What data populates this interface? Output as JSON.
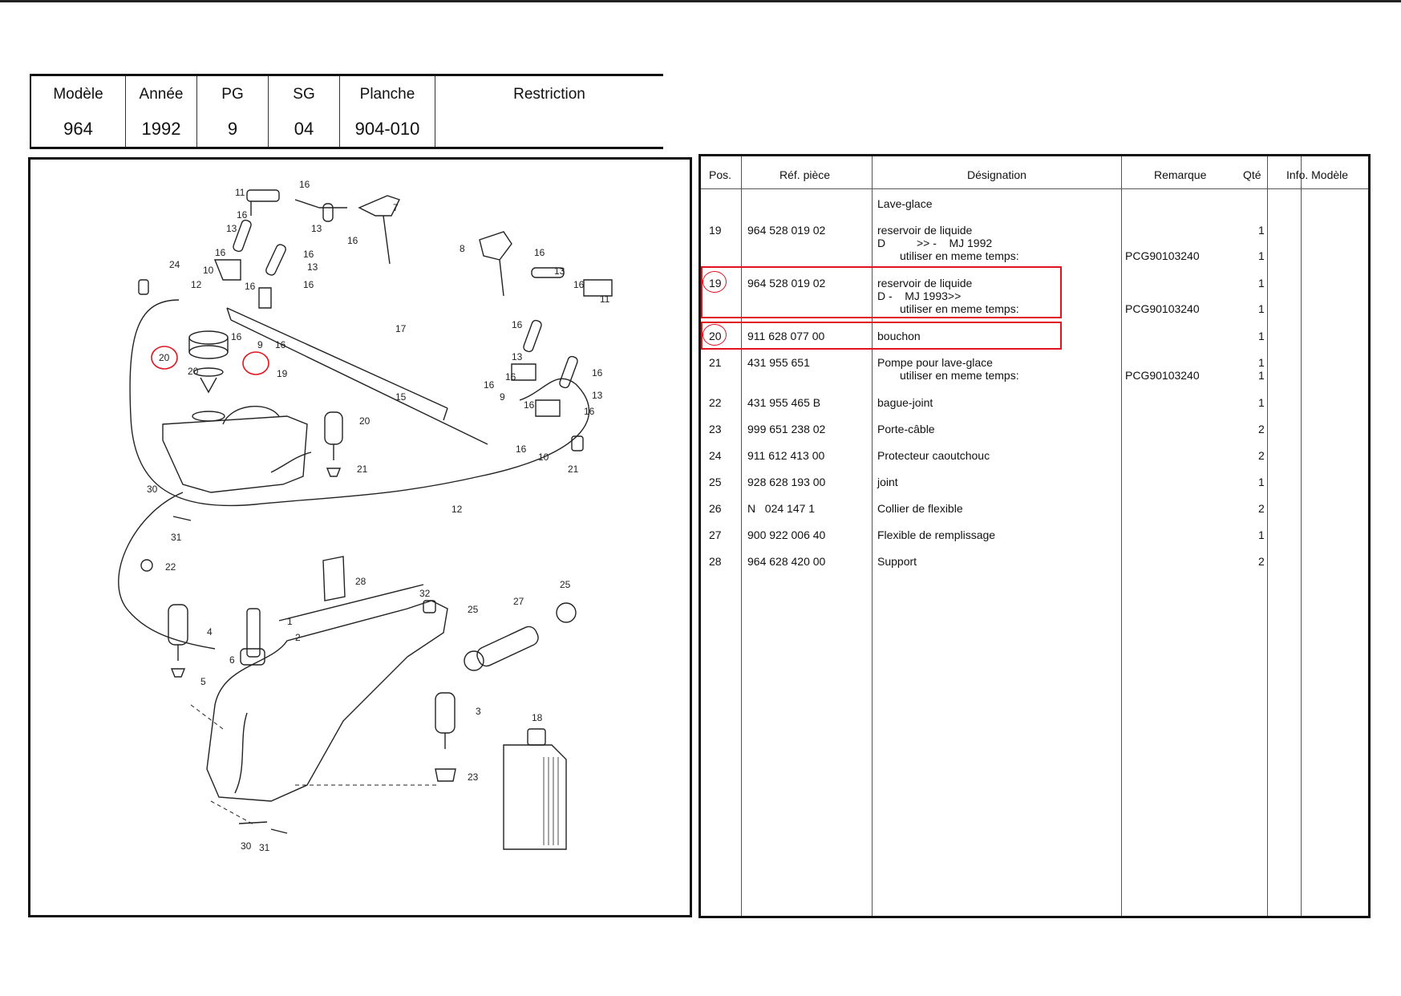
{
  "header": {
    "columns": [
      {
        "label": "Modèle",
        "value": "964"
      },
      {
        "label": "Année",
        "value": "1992"
      },
      {
        "label": "PG",
        "value": "9"
      },
      {
        "label": "SG",
        "value": "04"
      },
      {
        "label": "Planche",
        "value": "904-010"
      },
      {
        "label": "Restriction",
        "value": ""
      }
    ]
  },
  "table": {
    "headers": [
      "Pos.",
      "Réf. pièce",
      "Désignation",
      "Remarque",
      "Qté",
      "Info. Modèle"
    ],
    "section_title": "Lave-glace",
    "rows": [
      {
        "pos": "19",
        "ref": "964 528 019 02",
        "lines": [
          {
            "desig": "reservoir de liquide",
            "remarque": "",
            "qte": "1"
          },
          {
            "desig": "D          >> -    MJ 1992",
            "remarque": "",
            "qte": ""
          },
          {
            "desig": "utiliser en meme temps:",
            "remarque": "PCG90103240",
            "qte": "1"
          }
        ]
      },
      {
        "pos": "19",
        "ref": "964 528 019 02",
        "lines": [
          {
            "desig": "reservoir de liquide",
            "remarque": "",
            "qte": "1"
          },
          {
            "desig": "D -    MJ 1993>>",
            "remarque": "",
            "qte": ""
          },
          {
            "desig": "utiliser en meme temps:",
            "remarque": "PCG90103240",
            "qte": "1"
          }
        ]
      },
      {
        "pos": "20",
        "ref": "911 628 077 00",
        "lines": [
          {
            "desig": "bouchon",
            "remarque": "",
            "qte": "1"
          }
        ]
      },
      {
        "pos": "21",
        "ref": "431 955 651",
        "lines": [
          {
            "desig": "Pompe pour lave-glace",
            "remarque": "",
            "qte": "1"
          },
          {
            "desig": "utiliser en meme temps:",
            "remarque": "PCG90103240",
            "qte": "1"
          }
        ]
      },
      {
        "pos": "22",
        "ref": "431 955 465 B",
        "lines": [
          {
            "desig": "bague-joint",
            "remarque": "",
            "qte": "1"
          }
        ]
      },
      {
        "pos": "23",
        "ref": "999 651 238 02",
        "lines": [
          {
            "desig": "Porte-câble",
            "remarque": "",
            "qte": "2"
          }
        ]
      },
      {
        "pos": "24",
        "ref": "911 612 413 00",
        "lines": [
          {
            "desig": "Protecteur caoutchouc",
            "remarque": "",
            "qte": "2"
          }
        ]
      },
      {
        "pos": "25",
        "ref": "928 628 193 00",
        "lines": [
          {
            "desig": "joint",
            "remarque": "",
            "qte": "1"
          }
        ]
      },
      {
        "pos": "26",
        "ref": "N   024 147 1",
        "lines": [
          {
            "desig": "Collier de flexible",
            "remarque": "",
            "qte": "2"
          }
        ]
      },
      {
        "pos": "27",
        "ref": "900 922 006 40",
        "lines": [
          {
            "desig": "Flexible de remplissage",
            "remarque": "",
            "qte": "1"
          }
        ]
      },
      {
        "pos": "28",
        "ref": "964 628 420 00",
        "lines": [
          {
            "desig": "Support",
            "remarque": "",
            "qte": "2"
          }
        ]
      }
    ]
  },
  "diagram": {
    "callouts": [
      "1",
      "2",
      "3",
      "4",
      "5",
      "6",
      "7",
      "8",
      "9",
      "10",
      "11",
      "12",
      "13",
      "15",
      "16",
      "17",
      "18",
      "19",
      "20",
      "21",
      "22",
      "23",
      "24",
      "25",
      "26",
      "27",
      "28",
      "30",
      "31",
      "32"
    ]
  },
  "colors": {
    "highlight": "#e0141e",
    "ink": "#111111"
  }
}
